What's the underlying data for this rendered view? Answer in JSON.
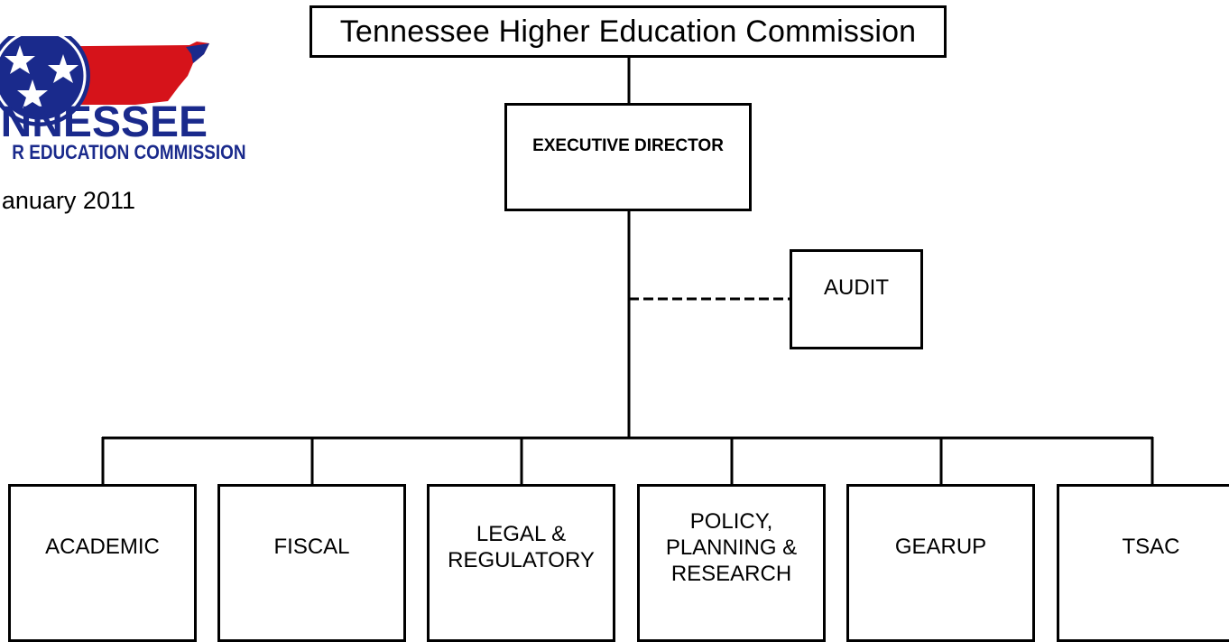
{
  "header": {
    "logo_text_main": "TENNESSEE",
    "logo_text_sub": "HIGHER EDUCATION COMMISSION",
    "visible_main": "NNESSEE",
    "visible_sub": "R EDUCATION COMMISSION",
    "date": "anuary 2011"
  },
  "org_chart": {
    "title": "Tennessee Higher Education Commission",
    "executive": "EXECUTIVE DIRECTOR",
    "audit": "AUDIT",
    "departments": [
      {
        "label": "ACADEMIC"
      },
      {
        "label": "FISCAL"
      },
      {
        "label": "LEGAL &\nREGULATORY"
      },
      {
        "label": "POLICY,\nPLANNING &\nRESEARCH"
      },
      {
        "label": "GEARUP"
      },
      {
        "label": "TSAC"
      }
    ]
  },
  "colors": {
    "logo_red": "#d6131a",
    "logo_blue": "#1a2a8c",
    "line": "#000000"
  }
}
